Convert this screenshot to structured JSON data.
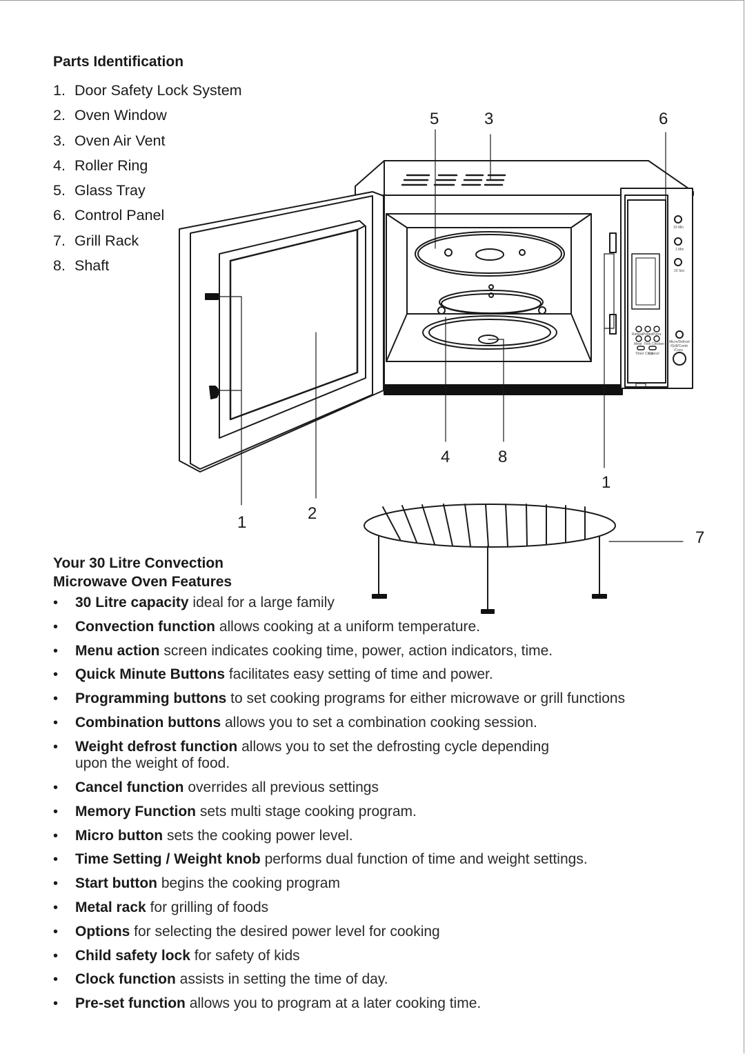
{
  "parts": {
    "title": "Parts Identification",
    "items": [
      {
        "num": "1.",
        "label": "Door Safety Lock System"
      },
      {
        "num": "2.",
        "label": "Oven Window"
      },
      {
        "num": "3.",
        "label": "Oven Air Vent"
      },
      {
        "num": "4.",
        "label": "Roller Ring"
      },
      {
        "num": "5.",
        "label": "Glass Tray"
      },
      {
        "num": "6.",
        "label": "Control Panel"
      },
      {
        "num": "7.",
        "label": "Grill Rack"
      },
      {
        "num": "8.",
        "label": "Shaft"
      }
    ]
  },
  "diagram": {
    "callouts": {
      "c5": "5",
      "c3": "3",
      "c6": "6",
      "c4": "4",
      "c8": "8",
      "c1_right": "1",
      "c1_left": "1",
      "c2": "2",
      "c7": "7"
    },
    "panel_labels": {
      "ten_min": "10 Min",
      "one_min": "1 Min",
      "ten_sec": "10 Sec",
      "micro_defrost": "Micro/Defrost",
      "grill_comb": "/Grill/Comb",
      "conv": "/Conv",
      "reheat": "Reheat",
      "potato": "Potato",
      "pizza": "Pizza",
      "meat": "Meat",
      "fish": "Fish",
      "chicken": "Chicken",
      "timer_clock": "Timer Clock",
      "cancel": "Cancel"
    }
  },
  "features": {
    "title": "Your 30 Litre Convection Microwave Oven Features",
    "items": [
      {
        "term": "30 Litre capacity",
        "desc": " ideal for a large family"
      },
      {
        "term": "Convection function",
        "desc": " allows cooking at a uniform temperature."
      },
      {
        "term": "Menu action",
        "desc": " screen indicates cooking time, power, action indicators, time."
      },
      {
        "term": "Quick Minute Buttons",
        "desc": " facilitates easy setting of time and power."
      },
      {
        "term": "Programming buttons",
        "desc": " to set cooking programs for either microwave or grill functions"
      },
      {
        "term": "Combination buttons",
        "desc": " allows you to set a combination cooking session."
      },
      {
        "term": "Weight defrost function",
        "desc": " allows you to set the defrosting cycle depending",
        "cont": "upon the weight of food."
      },
      {
        "term": "Cancel function",
        "desc": " overrides all previous settings"
      },
      {
        "term": "Memory Function",
        "desc": " sets multi stage cooking program."
      },
      {
        "term": "Micro button",
        "desc": " sets the cooking power level."
      },
      {
        "term": "Time Setting / Weight knob",
        "desc": " performs dual function of time and weight settings."
      },
      {
        "term": "Start button",
        "desc": " begins the cooking program"
      },
      {
        "term": "Metal rack",
        "desc": " for grilling of foods"
      },
      {
        "term": "Options",
        "desc": " for selecting the desired power level for cooking"
      },
      {
        "term": "Child safety lock",
        "desc": " for safety of kids"
      },
      {
        "term": "Clock function",
        "desc": " assists in setting the time of day."
      },
      {
        "term": "Pre-set function",
        "desc": " allows you to program at a later cooking time."
      }
    ]
  }
}
